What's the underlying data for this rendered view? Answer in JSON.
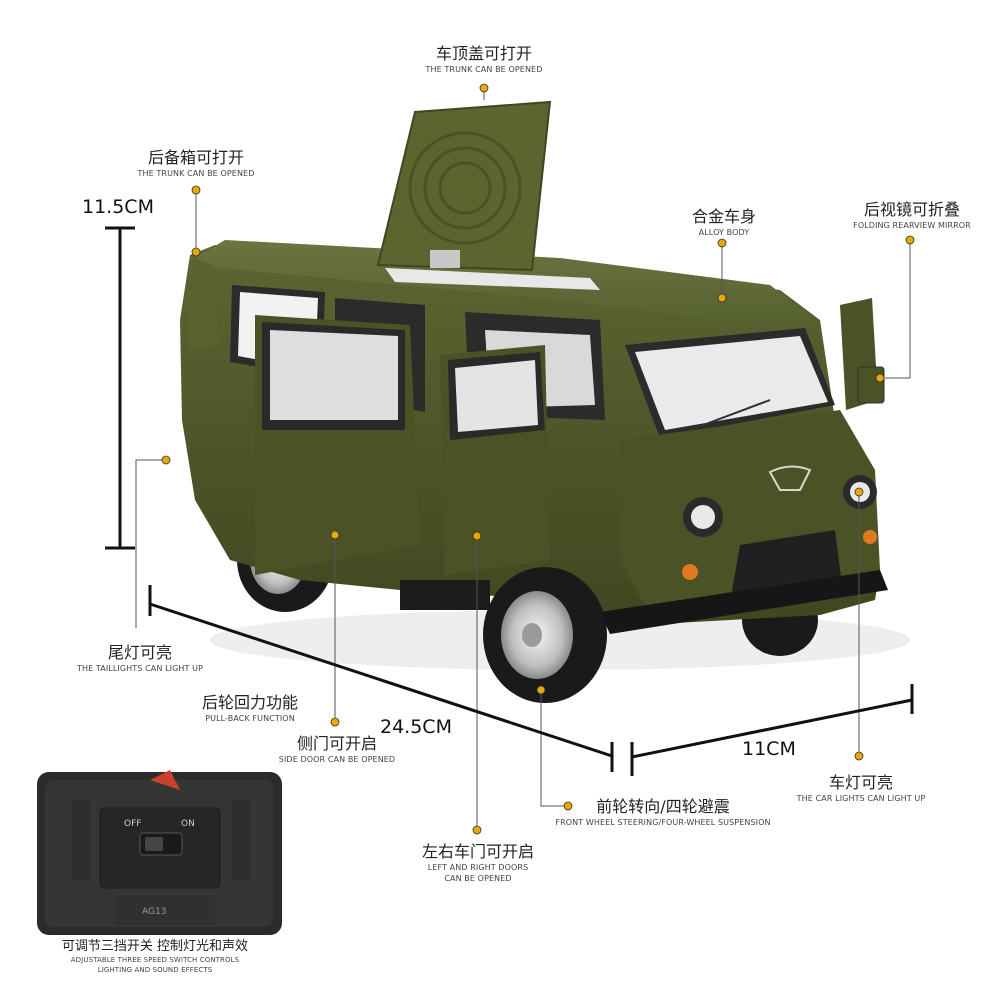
{
  "labels": {
    "roof": {
      "zh": "车顶盖可打开",
      "en": "THE TRUNK CAN BE OPENED"
    },
    "rear_trunk": {
      "zh": "后备箱可打开",
      "en": "THE TRUNK CAN BE OPENED"
    },
    "body": {
      "zh": "合金车身",
      "en": "ALLOY BODY"
    },
    "mirror": {
      "zh": "后视镜可折叠",
      "en": "FOLDING REARVIEW MIRROR"
    },
    "taillight": {
      "zh": "尾灯可亮",
      "en": "THE TAILLIGHTS CAN LIGHT UP"
    },
    "pullback": {
      "zh": "后轮回力功能",
      "en": "PULL-BACK FUNCTION"
    },
    "side_door": {
      "zh": "侧门可开启",
      "en": "SIDE DOOR CAN BE OPENED"
    },
    "front_doors": {
      "zh": "左右车门可开启",
      "en_line1": "LEFT AND RIGHT DOORS",
      "en_line2": "CAN BE OPENED"
    },
    "steering": {
      "zh": "前轮转向/四轮避震",
      "en": "FRONT WHEEL STEERING/FOUR-WHEEL SUSPENSION"
    },
    "headlight": {
      "zh": "车灯可亮",
      "en": "THE CAR LIGHTS CAN LIGHT UP"
    },
    "switch": {
      "zh": "可调节三挡开关  控制灯光和声效",
      "en_line1": "ADJUSTABLE THREE SPEED SWITCH CONTROLS",
      "en_line2": "LIGHTING AND SOUND EFFECTS"
    }
  },
  "dimensions": {
    "height": "11.5CM",
    "length": "24.5CM",
    "width": "11CM"
  },
  "inset": {
    "off": "OFF",
    "on": "ON",
    "battery": "AG13"
  },
  "colors": {
    "body": "#4d5528",
    "accent_dot": "#e8a800",
    "tire": "#1a1a1a"
  }
}
